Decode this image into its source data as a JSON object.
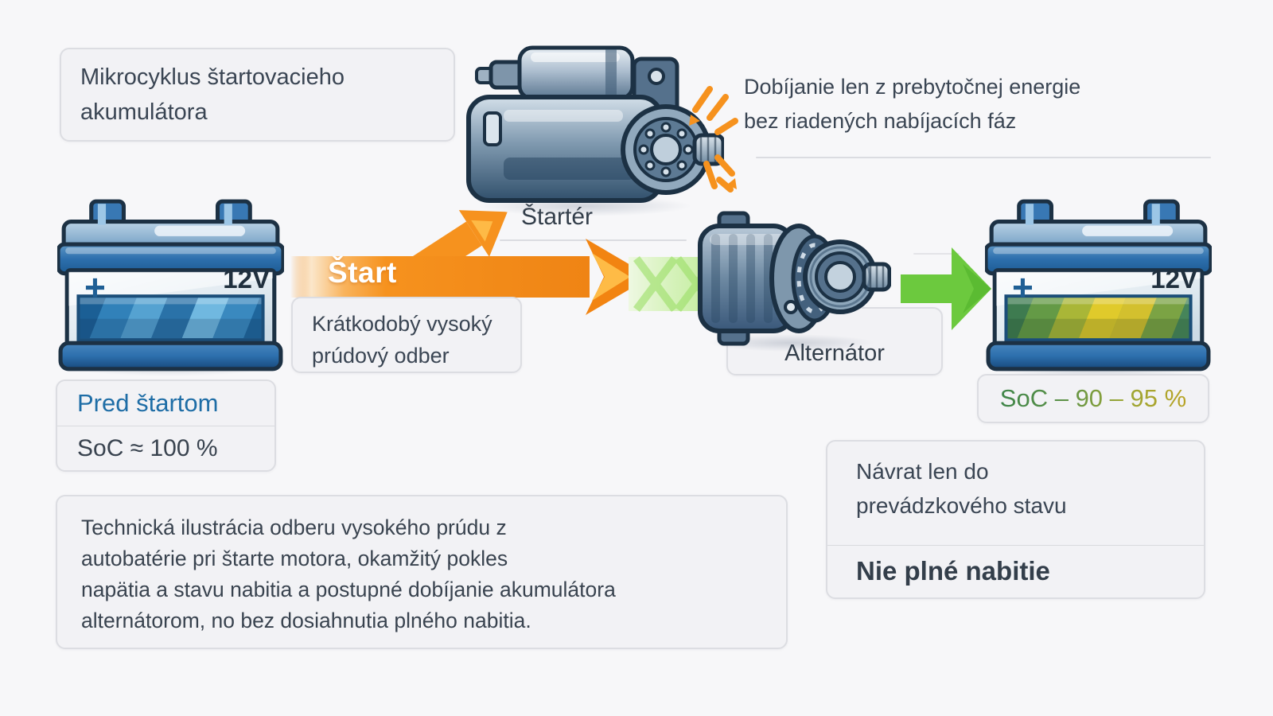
{
  "title": "Mikrocyklus štartovacieho akumulátora",
  "charge_note": {
    "line1": "Dobíjanie len z prebytočnej energie",
    "line2": "bez riadených nabíjacích fáz"
  },
  "starter": {
    "label": "Štartér"
  },
  "alternator": {
    "label": "Alternátor"
  },
  "battery_before": {
    "plus": "+",
    "voltage": "12V",
    "state": "Pred štartom",
    "soc": "SoC ≈ 100 %"
  },
  "battery_after": {
    "plus": "+",
    "voltage": "12V",
    "soc": "SoC – 90 – 95 %"
  },
  "start_flow": {
    "label": "Štart",
    "detail_line1": "Krátkodobý vysoký",
    "detail_line2": "prúdový odber"
  },
  "return_note": {
    "line1": "Návrat len do",
    "line2": "prevádzkového stavu",
    "emphasis": "Nie plné nabitie"
  },
  "caption": {
    "line1": "Technická ilustrácia odberu vysokého prúdu z",
    "line2": "autobatérie pri štarte motora, okamžitý pokles",
    "line3": "napätia a stavu nabitia a postupné dobíjanie akumulátora",
    "line4": "alternátorom, no bez dosiahnutia plného nabitia."
  },
  "colors": {
    "background": "#f7f7f9",
    "panel": "#f2f2f5",
    "panel_border": "#dcdde2",
    "text_dark": "#3a4553",
    "text_blue": "#1e6da6",
    "accent_orange": "#f6921e",
    "accent_orange_light": "#ffc14d",
    "accent_green": "#6cc93e",
    "chevron_green": "#c9ef9f",
    "soc_green": "#3f8549",
    "soc_gold": "#b8a325",
    "battery_blue": "#2d6fad",
    "outline_navy": "#1c3144"
  }
}
